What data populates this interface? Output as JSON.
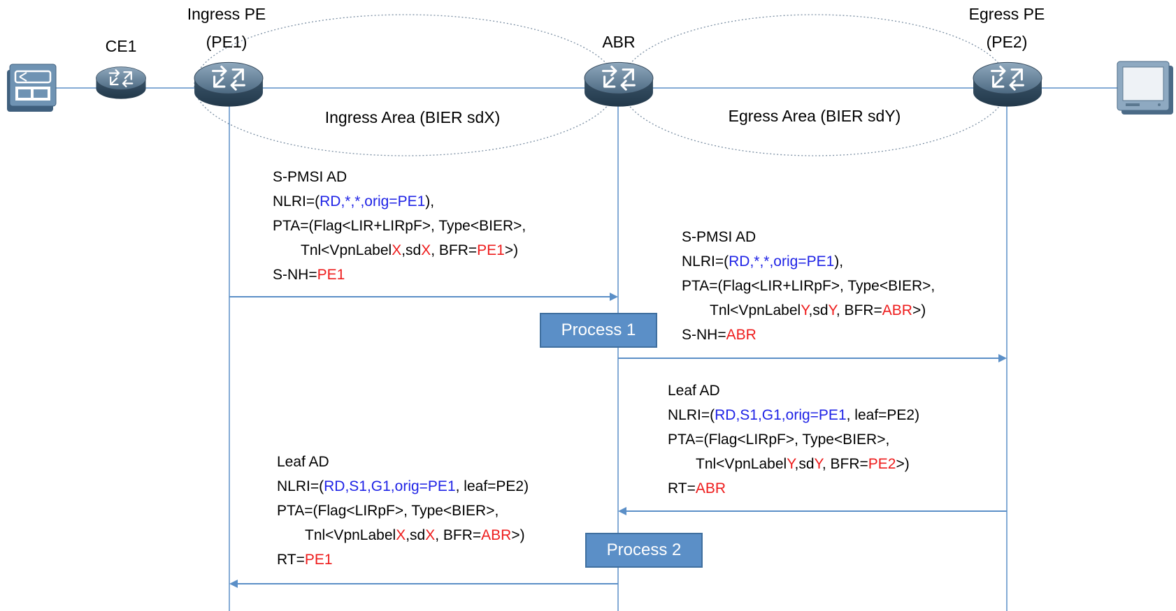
{
  "nodes": {
    "ce1": "CE1",
    "pe1": [
      "Ingress PE",
      "(PE1)"
    ],
    "abr": "ABR",
    "pe2": [
      "Egress PE",
      "(PE2)"
    ]
  },
  "areas": {
    "ingress": "Ingress Area (BIER sdX)",
    "egress": "Egress Area (BIER sdY)"
  },
  "messages": {
    "spmsi_1": [
      [
        {
          "t": "S-PMSI AD"
        }
      ],
      [
        {
          "t": "NLRI=("
        },
        {
          "t": "RD,*,*,orig=PE1",
          "c": "blue"
        },
        {
          "t": "),"
        }
      ],
      [
        {
          "t": "PTA=(Flag<LIR+LIRpF>, Type<BIER>,"
        }
      ],
      [
        {
          "t": "Tnl<VpnLabel"
        },
        {
          "t": "X",
          "c": "red"
        },
        {
          "t": ",sd"
        },
        {
          "t": "X",
          "c": "red"
        },
        {
          "t": ", BFR="
        },
        {
          "t": "PE1",
          "c": "red"
        },
        {
          "t": ">)"
        }
      ],
      [
        {
          "t": "S-NH="
        },
        {
          "t": "PE1",
          "c": "red"
        }
      ]
    ],
    "spmsi_2": [
      [
        {
          "t": "S-PMSI AD"
        }
      ],
      [
        {
          "t": "NLRI=("
        },
        {
          "t": "RD,*,*,orig=PE1",
          "c": "blue"
        },
        {
          "t": "),"
        }
      ],
      [
        {
          "t": "PTA=(Flag<LIR+LIRpF>, Type<BIER>,"
        }
      ],
      [
        {
          "t": "Tnl<VpnLabel"
        },
        {
          "t": "Y",
          "c": "red"
        },
        {
          "t": ",sd"
        },
        {
          "t": "Y",
          "c": "red"
        },
        {
          "t": ", BFR="
        },
        {
          "t": "ABR",
          "c": "red"
        },
        {
          "t": ">)"
        }
      ],
      [
        {
          "t": "S-NH="
        },
        {
          "t": "ABR",
          "c": "red"
        }
      ]
    ],
    "leaf_1": [
      [
        {
          "t": "Leaf AD"
        }
      ],
      [
        {
          "t": "NLRI=("
        },
        {
          "t": "RD,S1,G1,orig=PE1",
          "c": "blue"
        },
        {
          "t": ", leaf=PE2)"
        }
      ],
      [
        {
          "t": "PTA=(Flag<LIRpF>, Type<BIER>,"
        }
      ],
      [
        {
          "t": "Tnl<VpnLabel"
        },
        {
          "t": "Y",
          "c": "red"
        },
        {
          "t": ",sd"
        },
        {
          "t": "Y",
          "c": "red"
        },
        {
          "t": ", BFR="
        },
        {
          "t": "PE2",
          "c": "red"
        },
        {
          "t": ">)"
        }
      ],
      [
        {
          "t": "RT="
        },
        {
          "t": "ABR",
          "c": "red"
        }
      ]
    ],
    "leaf_2": [
      [
        {
          "t": "Leaf AD"
        }
      ],
      [
        {
          "t": "NLRI=("
        },
        {
          "t": "RD,S1,G1,orig=PE1",
          "c": "blue"
        },
        {
          "t": ", leaf=PE2)"
        }
      ],
      [
        {
          "t": "PTA=(Flag<LIRpF>, Type<BIER>,"
        }
      ],
      [
        {
          "t": "Tnl<VpnLabel"
        },
        {
          "t": "X",
          "c": "red"
        },
        {
          "t": ",sd"
        },
        {
          "t": "X",
          "c": "red"
        },
        {
          "t": ", BFR="
        },
        {
          "t": "ABR",
          "c": "red"
        },
        {
          "t": ">)"
        }
      ],
      [
        {
          "t": "RT="
        },
        {
          "t": "PE1",
          "c": "red"
        }
      ]
    ]
  },
  "processes": {
    "p1": "Process 1",
    "p2": "Process 2"
  },
  "colors": {
    "line": "#5b8fc7",
    "highlight_blue": "#1f23e6",
    "highlight_red": "#ee1c1c",
    "process_box": "#5b8fc7"
  }
}
